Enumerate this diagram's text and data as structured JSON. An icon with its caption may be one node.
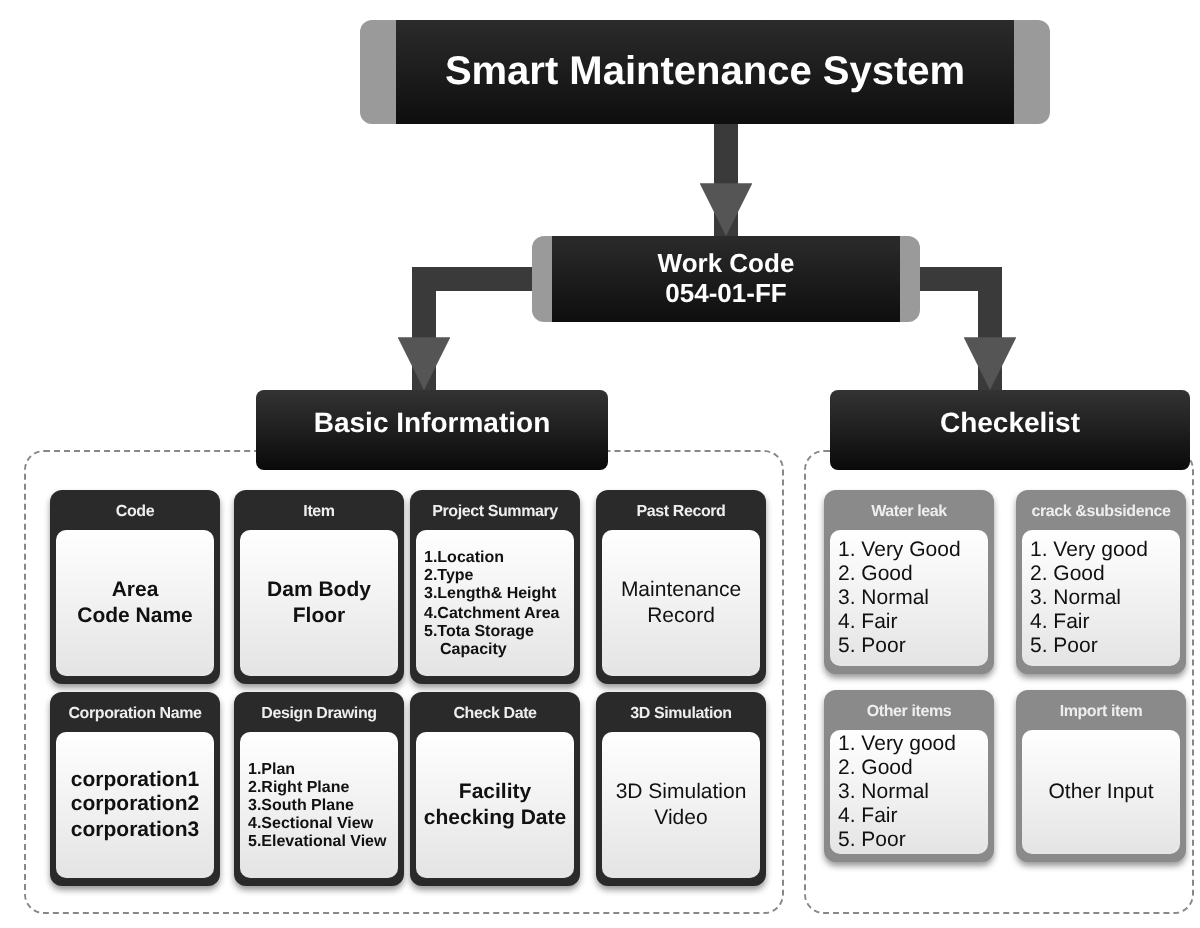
{
  "diagram": {
    "nodes": [
      {
        "text": [
          "Smart Maintenance System"
        ]
      },
      {
        "text": [
          "Work Code 054-01-FF"
        ]
      },
      {
        "text": [
          "Basic Information"
        ]
      },
      {
        "text": [
          "Code",
          "Area",
          "Code Name"
        ],
        "in": 2
      },
      {
        "text": [
          "Item",
          "Dam Body",
          "Floor"
        ],
        "in": 2
      },
      {
        "text": [
          "Project Summary",
          "1.Location",
          "2.Type",
          "3.Length& Height",
          "4.Catchment Area",
          "5.Tota Storage Capacity"
        ],
        "in": 2
      },
      {
        "text": [
          "Past Record",
          "Maintenance",
          "Record"
        ],
        "in": 2
      },
      {
        "text": [
          "Corporation Name",
          "corporation1",
          "corporation2",
          "corporation3"
        ],
        "in": 2
      },
      {
        "text": [
          "Design Drawing",
          "1.Plan",
          "2.Right Plane",
          "3.South Plane",
          "4.Sectional View",
          "5.Elevational  View"
        ],
        "in": 2
      },
      {
        "text": [
          "Check Date",
          "Facility",
          "checking Date"
        ],
        "in": 2
      },
      {
        "text": [
          "3D Simulation",
          "3D Simulation",
          "Video"
        ],
        "in": 2
      },
      {
        "text": [
          "Checkelist"
        ]
      },
      {
        "text": [
          "Water leak",
          "1. Very Good",
          "2. Good",
          "3. Normal",
          "4. Fair",
          "5. Poor"
        ],
        "in": 11
      },
      {
        "text": [
          "crack &subsidence",
          "1. Very good",
          "2. Good",
          "3. Normal",
          "4. Fair",
          "5. Poor"
        ],
        "in": 11
      },
      {
        "text": [
          "Other items",
          "1. Very good",
          "2. Good",
          "3. Normal",
          "4. Fair",
          "5. Poor"
        ],
        "in": 11
      },
      {
        "text": [
          "Import  item",
          "Other Input"
        ],
        "in": 11
      }
    ],
    "edges": [
      {
        "from": 0,
        "to": 1,
        "arrow": "to"
      },
      {
        "from": 1,
        "to": 2,
        "arrow": "to"
      },
      {
        "from": 1,
        "to": 11,
        "arrow": "to"
      }
    ]
  }
}
